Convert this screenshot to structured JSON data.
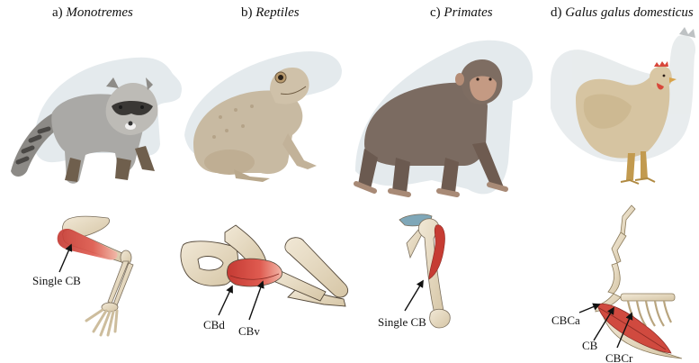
{
  "figure": {
    "panels": [
      {
        "id": "a",
        "prefix": "a)",
        "title": "Monotremes",
        "animal": "raccoon",
        "ghost_silhouette": "raccoon",
        "anatomy": "forelimb",
        "labels": [
          {
            "text": "Single CB"
          }
        ]
      },
      {
        "id": "b",
        "prefix": "b)",
        "title": "Reptiles",
        "animal": "toad",
        "ghost_silhouette": "frog",
        "anatomy": "shoulder-girdle",
        "labels": [
          {
            "text": "CBd"
          },
          {
            "text": "CBv"
          }
        ]
      },
      {
        "id": "c",
        "prefix": "c)",
        "title": "Primates",
        "animal": "chimpanzee",
        "ghost_silhouette": "chimpanzee",
        "anatomy": "humerus",
        "labels": [
          {
            "text": "Single CB"
          }
        ]
      },
      {
        "id": "d",
        "prefix": "d)",
        "title": "Galus galus domesticus",
        "animal": "chicken",
        "ghost_silhouette": "chicken",
        "anatomy": "wing-and-thorax",
        "labels": [
          {
            "text": "CBCa"
          },
          {
            "text": "CB"
          },
          {
            "text": "CBCr"
          }
        ]
      }
    ]
  },
  "colors": {
    "background": "#ffffff",
    "ghost": "#dfe6ea",
    "bone": "#e8dcc4",
    "bone_shadow": "#c9b99a",
    "bone_outline": "#7a6e5c",
    "muscle": "#d9534a",
    "muscle_dark": "#b8362f",
    "cartilage": "#7fa7b8",
    "raccoon_fur": "#a9a9a9",
    "toad_skin": "#c9bba3",
    "chimp_fur": "#7d6c62",
    "hen_feather": "#d9c8a8",
    "comb": "#d8473a",
    "arrow": "#111111"
  }
}
